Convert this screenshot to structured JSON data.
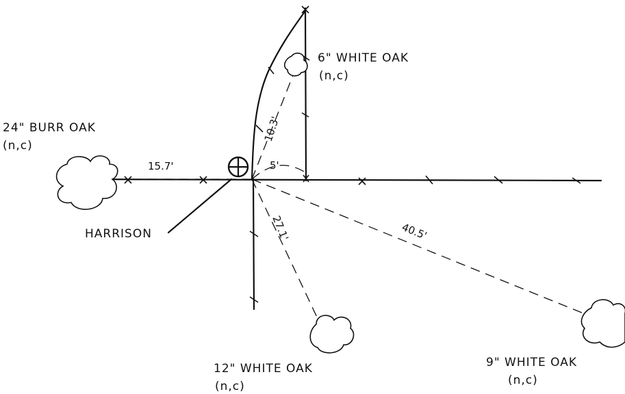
{
  "corner": {
    "name": "HARRISON",
    "icon": "survey-corner-marker-icon"
  },
  "bearing_trees": [
    {
      "size": "24\"",
      "species": "BURR OAK",
      "note": "(n,c)",
      "distance": "15.7'",
      "icon": "tree-canopy-icon"
    },
    {
      "size": "6\"",
      "species": "WHITE OAK",
      "note": "(n,c)",
      "distance": "10.3'",
      "icon": "tree-canopy-icon"
    },
    {
      "size": "12\"",
      "species": "WHITE OAK",
      "note": "(n,c)",
      "distance": "27.1'",
      "icon": "tree-canopy-icon"
    },
    {
      "size": "9\"",
      "species": "WHITE OAK",
      "note": "(n,c)",
      "distance": "40.5'",
      "icon": "tree-canopy-icon"
    }
  ],
  "offset": {
    "distance": "5'"
  },
  "color": "#111111"
}
